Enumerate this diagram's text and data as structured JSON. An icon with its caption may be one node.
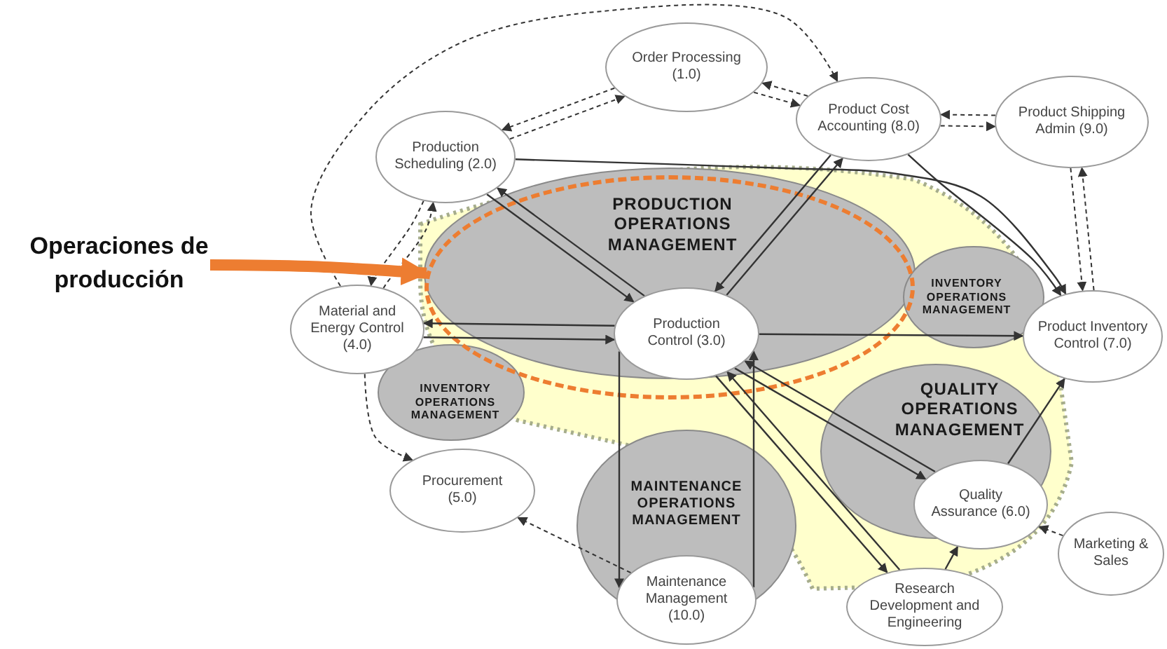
{
  "diagram": {
    "nodes": [
      {
        "text": [
          "Order Processing (1.0)"
        ]
      },
      {
        "text": [
          "Product Cost Accounting (8.0)"
        ]
      },
      {
        "text": [
          "Product Shipping Admin (9.0)"
        ]
      },
      {
        "text": [
          "Production Scheduling (2.0)"
        ]
      },
      {
        "text": [
          "Operaciones de producción"
        ]
      },
      {
        "text": [],
        "shape": "ellipse"
      },
      {
        "text": [
          "Material and Energy Control (4.0)"
        ]
      },
      {
        "text": [
          "Production Control (3.0)"
        ],
        "in": 5
      },
      {
        "text": [
          "Product Inventory Control (7.0)"
        ]
      },
      {
        "text": [
          "Procurement (5.0)"
        ]
      },
      {
        "text": [
          "Quality Assurance (6.0)"
        ]
      },
      {
        "text": [
          "Marketing & Sales"
        ]
      },
      {
        "text": [
          "Maintenance Management (10.0)"
        ]
      },
      {
        "text": [
          "Research Development and Engineering"
        ]
      }
    ],
    "edges": [
      {
        "from": 0,
        "to": 3,
        "arrow": "to",
        "style": "dashed"
      },
      {
        "from": 3,
        "to": 0,
        "arrow": "to",
        "style": "dashed"
      },
      {
        "from": 0,
        "to": 1,
        "arrow": "to",
        "style": "dashed"
      },
      {
        "from": 1,
        "to": 0,
        "arrow": "to",
        "style": "dashed"
      },
      {
        "from": 6,
        "to": 1,
        "arrow": "to",
        "style": "dashed"
      },
      {
        "from": 1,
        "to": 2,
        "arrow": "to",
        "style": "dashed"
      },
      {
        "from": 2,
        "to": 1,
        "arrow": "to",
        "style": "dashed"
      },
      {
        "from": 2,
        "to": 8,
        "arrow": "to",
        "style": "dashed"
      },
      {
        "from": 8,
        "to": 2,
        "arrow": "to",
        "style": "dashed"
      },
      {
        "from": 3,
        "to": 6,
        "arrow": "to",
        "style": "dashed"
      },
      {
        "from": 6,
        "to": 3,
        "arrow": "to",
        "style": "dashed"
      },
      {
        "from": 6,
        "to": 9,
        "arrow": "to",
        "style": "dashed"
      },
      {
        "from": 12,
        "to": 9,
        "arrow": "to",
        "style": "dashed"
      },
      {
        "from": 11,
        "to": 10,
        "arrow": "to",
        "style": "dashed"
      },
      {
        "from": 3,
        "to": 7,
        "arrow": "to"
      },
      {
        "from": 7,
        "to": 3,
        "arrow": "to"
      },
      {
        "from": 1,
        "to": 7,
        "arrow": "to"
      },
      {
        "from": 7,
        "to": 1,
        "arrow": "to"
      },
      {
        "from": 7,
        "to": 6,
        "arrow": "to"
      },
      {
        "from": 6,
        "to": 7,
        "arrow": "to"
      },
      {
        "from": 7,
        "to": 8,
        "arrow": "to"
      },
      {
        "from": 3,
        "to": 8,
        "arrow": "to"
      },
      {
        "from": 1,
        "to": 8,
        "arrow": "to"
      },
      {
        "from": 7,
        "to": 12,
        "arrow": "to"
      },
      {
        "from": 12,
        "to": 7,
        "arrow": "to"
      },
      {
        "from": 7,
        "to": 10,
        "arrow": "to"
      },
      {
        "from": 10,
        "to": 7,
        "arrow": "to"
      },
      {
        "from": 7,
        "to": 13,
        "arrow": "to"
      },
      {
        "from": 13,
        "to": 7,
        "arrow": "to"
      },
      {
        "from": 13,
        "to": 10,
        "arrow": "to"
      },
      {
        "from": 10,
        "to": 8,
        "arrow": "to"
      },
      {
        "from": 4,
        "to": 5,
        "arrow": "to",
        "style": "thick",
        "color": "#ed7d31"
      }
    ],
    "labels": [
      "PRODUCTION OPERATIONS MANAGEMENT",
      "INVENTORY OPERATIONS MANAGEMENT",
      "INVENTORY OPERATIONS MANAGEMENT",
      "QUALITY OPERATIONS MANAGEMENT",
      "MAINTENANCE OPERATIONS MANAGEMENT"
    ]
  }
}
